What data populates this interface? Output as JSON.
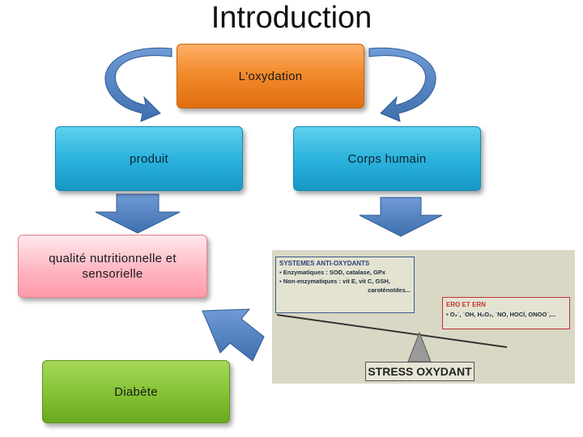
{
  "title": "Introduction",
  "boxes": {
    "oxydation": "L'oxydation",
    "produit": "produit",
    "corps": "Corps humain",
    "qualite": "qualité nutritionnelle   et sensorielle",
    "diabete": "Diabète"
  },
  "stress_image": {
    "anti_title": "SYSTEMES ANTI-OXYDANTS",
    "anti_line1": "▪ Enzymatiques : SOD, catalase, GPx",
    "anti_line2": "▪ Non-enzymatiques : vit E, vit C, GSH,",
    "anti_line3": "caroténoïdes...",
    "ero_title": "ERO ET ERN",
    "ero_line1": "▪ O₂˙, ˙OH, H₂O₂, ˙NO, HOCl, ONOO˙,...",
    "stress_label": "STRESS OXYDANT"
  },
  "colors": {
    "orange": "#f28b2c",
    "blue": "#2bb3dd",
    "pink": "#ffb3bf",
    "green": "#84c234",
    "arrow": "#4f81bd"
  }
}
